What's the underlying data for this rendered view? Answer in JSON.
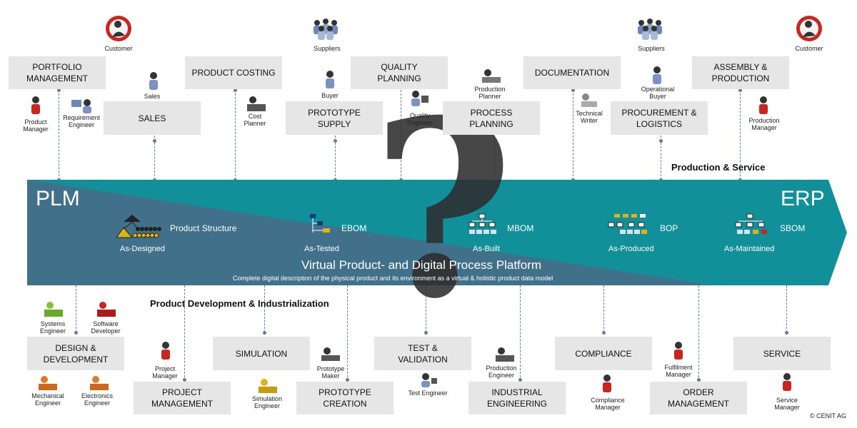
{
  "band": {
    "left_label": "PLM",
    "right_label": "ERP",
    "title": "Virtual Product- and Digital Process Platform",
    "subtitle": "Complete digital description of the physical product and its environment as a virtual & holistic product data model",
    "colors": {
      "dark": "#3f6f86",
      "teal": "#128f98"
    }
  },
  "stages": [
    {
      "name": "Product Structure",
      "sub": "As-Designed"
    },
    {
      "name": "EBOM",
      "sub": "As-Tested"
    },
    {
      "name": "MBOM",
      "sub": "As-Built"
    },
    {
      "name": "BOP",
      "sub": "As-Produced"
    },
    {
      "name": "SBOM",
      "sub": "As-Maintained"
    }
  ],
  "sections": {
    "top": "Production & Service",
    "bottom": "Product Development & Industrialization"
  },
  "top_boxes": [
    {
      "id": "portfolio",
      "l1": "PORTFOLIO",
      "l2": "MANAGEMENT"
    },
    {
      "id": "sales",
      "l1": "SALES",
      "l2": ""
    },
    {
      "id": "costing",
      "l1": "PRODUCT COSTING",
      "l2": ""
    },
    {
      "id": "prototype-supply",
      "l1": "PROTOTYPE",
      "l2": "SUPPLY"
    },
    {
      "id": "quality",
      "l1": "QUALITY",
      "l2": "PLANNING"
    },
    {
      "id": "process",
      "l1": "PROCESS",
      "l2": "PLANNING"
    },
    {
      "id": "documentation",
      "l1": "DOCUMENTATION",
      "l2": ""
    },
    {
      "id": "procurement",
      "l1": "PROCUREMENT &",
      "l2": "LOGISTICS"
    },
    {
      "id": "assembly",
      "l1": "ASSEMBLY &",
      "l2": "PRODUCTION"
    }
  ],
  "bottom_boxes": [
    {
      "id": "design",
      "l1": "DESIGN &",
      "l2": "DEVELOPMENT"
    },
    {
      "id": "project",
      "l1": "PROJECT",
      "l2": "MANAGEMENT"
    },
    {
      "id": "simulation",
      "l1": "SIMULATION",
      "l2": ""
    },
    {
      "id": "prototype-creation",
      "l1": "PROTOTYPE",
      "l2": "CREATION"
    },
    {
      "id": "test",
      "l1": "TEST &",
      "l2": "VALIDATION"
    },
    {
      "id": "industrial",
      "l1": "INDUSTRIAL",
      "l2": "ENGINEERING"
    },
    {
      "id": "compliance",
      "l1": "COMPLIANCE",
      "l2": ""
    },
    {
      "id": "order",
      "l1": "ORDER",
      "l2": "MANAGEMENT"
    },
    {
      "id": "service",
      "l1": "SERVICE",
      "l2": ""
    }
  ],
  "roles": {
    "customer_left": "Customer",
    "suppliers_mid": "Suppliers",
    "suppliers_right": "Suppliers",
    "customer_right": "Customer",
    "sales": "Sales",
    "product_manager": "Product Manager",
    "requirement_engineer": "Requirement Engineer",
    "cost_planner": "Cost Planner",
    "buyer": "Buyer",
    "quality_engineer": "Quality Engineer",
    "production_planner": "Production Planner",
    "technical_writer": "Technical Writer",
    "operational_buyer": "Operational Buyer",
    "production_manager": "Production Manager",
    "systems_engineer": "Systems Engineer",
    "software_developer": "Software Developer",
    "mechanical_engineer": "Mechanical Engineer",
    "electronics_engineer": "Electronics Engineer",
    "project_manager": "Project Manager",
    "simulation_engineer": "Simulation Engineer",
    "prototype_maker": "Prototype Maker",
    "test_engineer": "Test Engineer",
    "production_engineer": "Production Engineer",
    "compliance_manager": "Compliance Manager",
    "fulfilment_manager": "Fulfilment Manager",
    "service_manager": "Service Manager"
  },
  "question_mark": "?",
  "copyright": "© CENIT AG"
}
